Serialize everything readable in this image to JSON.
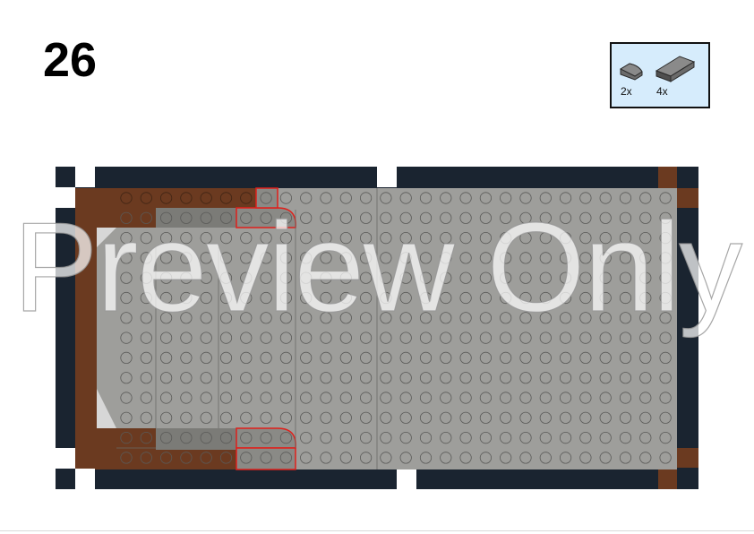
{
  "step": {
    "number": "26"
  },
  "parts_list": [
    {
      "part": "tile-round-corner-1x1",
      "qty": "2x",
      "color": "#5f5f5f"
    },
    {
      "part": "tile-1x2",
      "qty": "4x",
      "color": "#5f5f5f"
    }
  ],
  "watermark": "Preview Only",
  "colors": {
    "base_plate": "#1a2430",
    "reddish_brown": "#6b3a20",
    "light_gray": "#9e9e9b",
    "dark_gray": "#6f6f6b",
    "white": "#ffffff",
    "highlight": "#e0201b"
  }
}
